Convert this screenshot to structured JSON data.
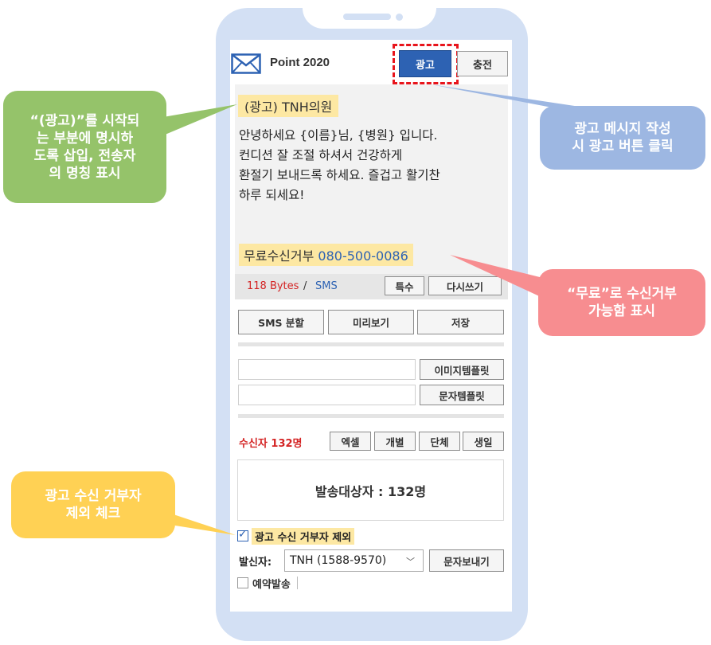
{
  "header": {
    "title": "Point 2020",
    "ad_button": "광고",
    "charge_button": "충전"
  },
  "message": {
    "ad_tag": "(광고) TNH의원",
    "body_lines": [
      "안녕하세요 {이름}님, {병원} 입니다.",
      "컨디션 잘 조절 하셔서 건강하게",
      "환절기 보내드록 하세요. 즐겁고 활기찬",
      "하루 되세요!"
    ],
    "optout_label": "무료수신거부",
    "optout_number": "080-500-0086"
  },
  "counter": {
    "bytes": "118 Bytes",
    "separator": "/",
    "type": "SMS",
    "special_button": "특수",
    "rewrite_button": "다시쓰기"
  },
  "actions": {
    "split_button": "SMS 분할",
    "preview_button": "미리보기",
    "save_button": "저장"
  },
  "templates": {
    "image_template_button": "이미지템플릿",
    "text_template_button": "문자템플릿"
  },
  "recipients": {
    "label": "수신자 132명",
    "excel_button": "엑셀",
    "individual_button": "개별",
    "group_button": "단체",
    "birthday_button": "생일",
    "target_text": "발송대상자 : 132명"
  },
  "options": {
    "exclude_optout_label": "광고 수신 거부자 제외",
    "exclude_optout_checked": true,
    "sender_label": "발신자:",
    "sender_value": "TNH (1588-9570)",
    "send_button": "문자보내기",
    "reserve_label": "예약발송",
    "reserve_checked": false
  },
  "callouts": {
    "green": "“(광고)”를 시작되\n는 부분에 명시하\n도록 삽입, 전송자\n의 명칭 표시",
    "blue": "광고 메시지 작성\n시 광고 버튼 클릭",
    "pink": "“무료”로 수신거부\n가능함 표시",
    "yellow": "광고 수신 거부자\n제외 체크"
  },
  "colors": {
    "accent_blue": "#2d62b3",
    "highlight_yellow": "#fde8a3",
    "alert_red": "#d42424",
    "phone_frame": "#d3e0f4"
  }
}
